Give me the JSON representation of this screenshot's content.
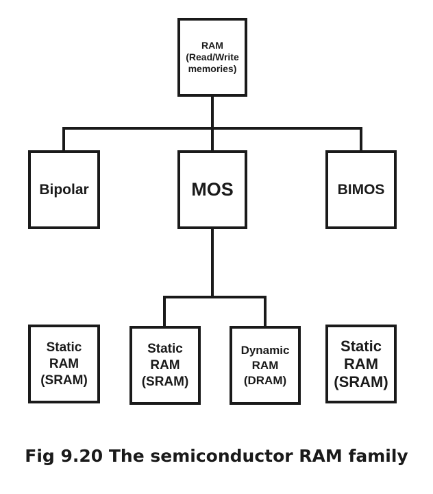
{
  "diagram": {
    "root": {
      "label": "RAM\n(Read/Write\nmemories)"
    },
    "technologies": [
      {
        "label": "Bipolar"
      },
      {
        "label": "MOS"
      },
      {
        "label": "BIMOS"
      }
    ],
    "leaves": [
      {
        "label": "Static\nRAM\n(SRAM)"
      },
      {
        "label": "Static\nRAM\n(SRAM)"
      },
      {
        "label": "Dynamic\nRAM\n(DRAM)"
      },
      {
        "label": "Static\nRAM\n(SRAM)"
      }
    ]
  },
  "caption": "Fig 9.20 The semiconductor RAM family",
  "colors": {
    "stroke": "#1a1a1a",
    "background": "#ffffff"
  }
}
